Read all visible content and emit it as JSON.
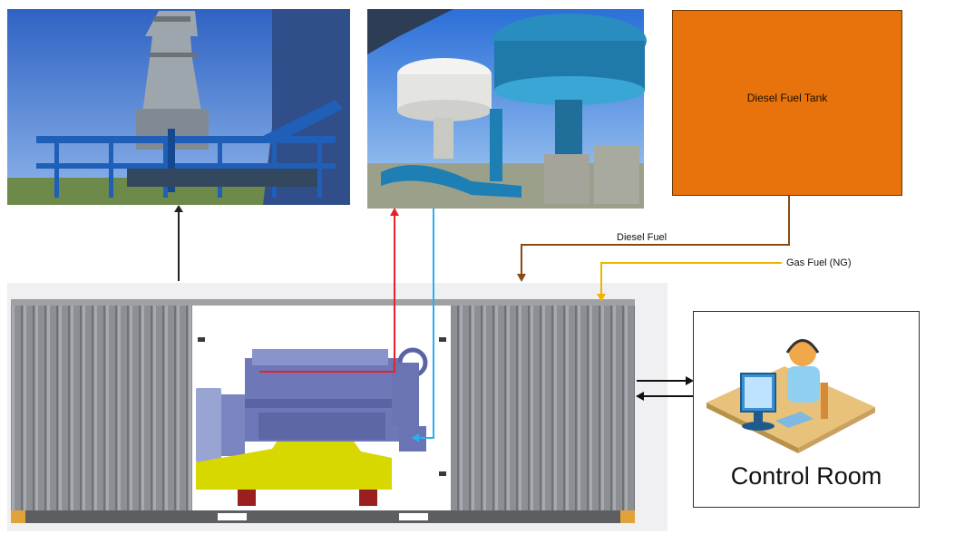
{
  "diagram": {
    "fuel_tank": {
      "label": "Diesel Fuel Tank",
      "color": "#e8720c"
    },
    "diesel_line": {
      "label": "Diesel Fuel",
      "color": "#8a4a12"
    },
    "gas_line": {
      "label": "Gas Fuel (NG)",
      "color": "#f0b400"
    },
    "control_room": {
      "label": "Control Room"
    },
    "colors": {
      "hot_water": "#e8202a",
      "cold_water": "#2aaef0",
      "exhaust": "#222222",
      "container": "#8f9296",
      "engine": "#6e78b8",
      "skid": "#d6d800"
    }
  }
}
